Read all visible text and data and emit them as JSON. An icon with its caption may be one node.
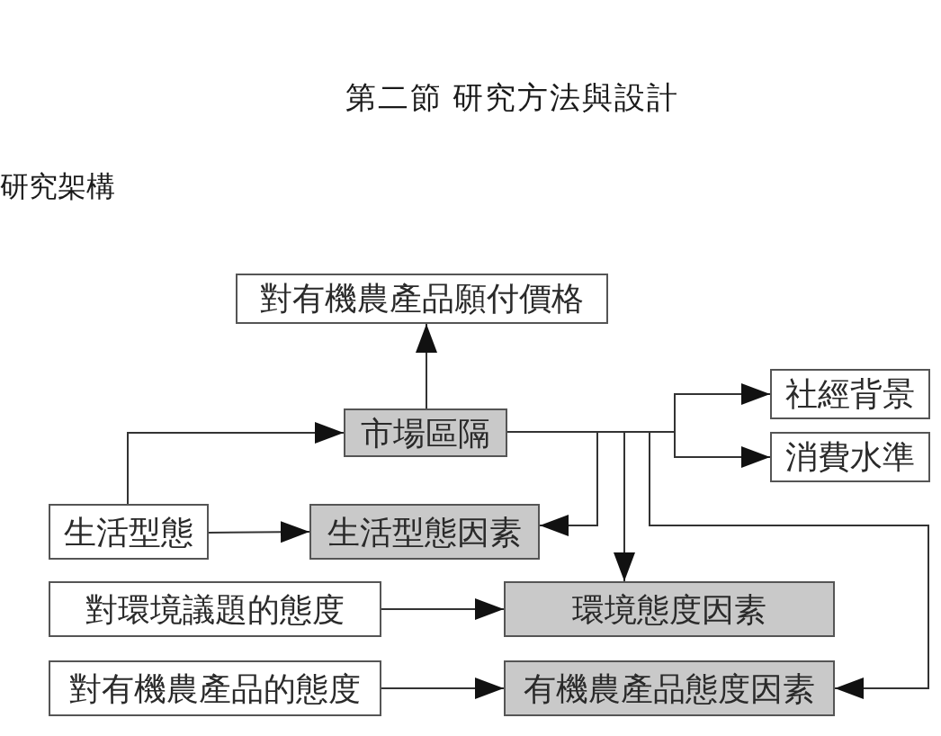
{
  "diagram": {
    "title": "第二節 研究方法與設計",
    "nodes": [
      {
        "text": [
          "對有機農產品願付價格"
        ]
      },
      {
        "text": [
          "市場區隔"
        ]
      },
      {
        "text": [
          "社經背景"
        ]
      },
      {
        "text": [
          "消費水準"
        ]
      },
      {
        "text": [
          "生活型態"
        ]
      },
      {
        "text": [
          "生活型態因素"
        ]
      },
      {
        "text": [
          "對環境議題的態度"
        ]
      },
      {
        "text": [
          "環境態度因素"
        ]
      },
      {
        "text": [
          "對有機農產品的態度"
        ]
      },
      {
        "text": [
          "有機農產品態度因素"
        ]
      }
    ],
    "edges": [
      {
        "from": 1,
        "to": 0,
        "arrow": "to"
      },
      {
        "from": 4,
        "to": 1,
        "arrow": "to"
      },
      {
        "from": 1,
        "to": 2,
        "arrow": "to"
      },
      {
        "from": 1,
        "to": 3,
        "arrow": "to"
      },
      {
        "from": 1,
        "to": 5,
        "arrow": "to"
      },
      {
        "from": 1,
        "to": 7,
        "arrow": "to"
      },
      {
        "from": 1,
        "to": 9,
        "arrow": "to"
      },
      {
        "from": 4,
        "to": 5,
        "arrow": "to"
      },
      {
        "from": 6,
        "to": 7,
        "arrow": "to"
      },
      {
        "from": 8,
        "to": 9,
        "arrow": "to"
      }
    ],
    "labels": [
      "研究架構"
    ]
  }
}
